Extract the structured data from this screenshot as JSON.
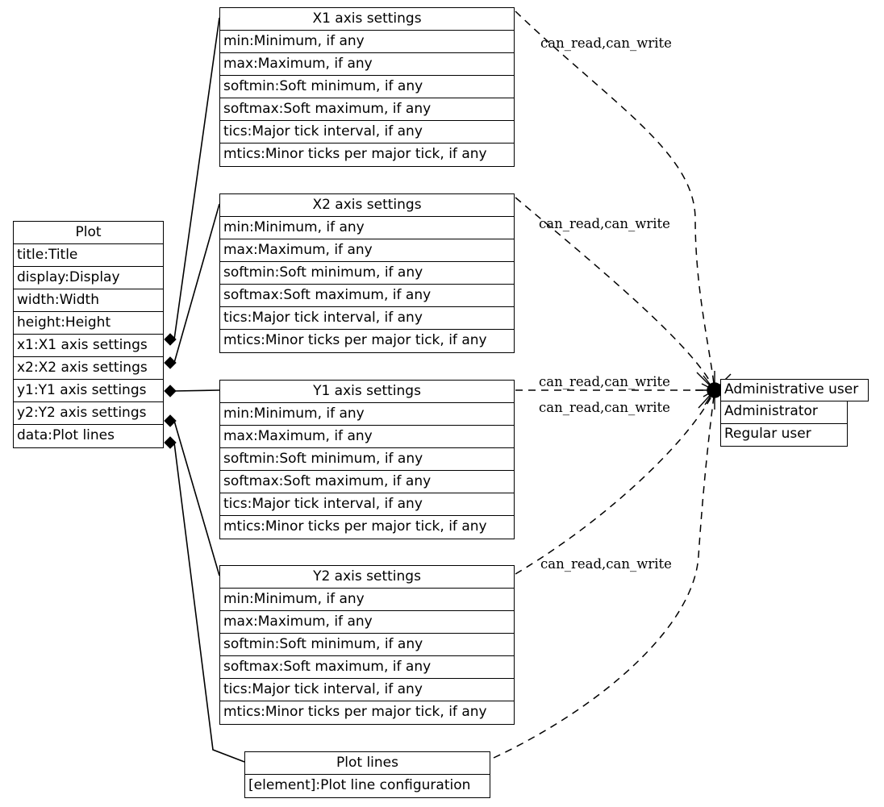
{
  "diagram": {
    "title": "Plot configuration UML class diagram",
    "stroke_color": "#000000",
    "background_color": "#ffffff"
  },
  "classes": {
    "plot": {
      "name": "Plot",
      "attributes": [
        "title:Title",
        "display:Display",
        "width:Width",
        "height:Height",
        "x1:X1 axis settings",
        "x2:X2 axis settings",
        "y1:Y1 axis settings",
        "y2:Y2 axis settings",
        "data:Plot lines"
      ]
    },
    "x1": {
      "name": "X1 axis settings",
      "attributes": [
        "min:Minimum, if any",
        "max:Maximum, if any",
        "softmin:Soft minimum, if any",
        "softmax:Soft maximum, if any",
        "tics:Major tick interval, if any",
        "mtics:Minor ticks per major tick, if any"
      ]
    },
    "x2": {
      "name": "X2 axis settings",
      "attributes": [
        "min:Minimum, if any",
        "max:Maximum, if any",
        "softmin:Soft minimum, if any",
        "softmax:Soft maximum, if any",
        "tics:Major tick interval, if any",
        "mtics:Minor ticks per major tick, if any"
      ]
    },
    "y1": {
      "name": "Y1 axis settings",
      "attributes": [
        "min:Minimum, if any",
        "max:Maximum, if any",
        "softmin:Soft minimum, if any",
        "softmax:Soft maximum, if any",
        "tics:Major tick interval, if any",
        "mtics:Minor ticks per major tick, if any"
      ]
    },
    "y2": {
      "name": "Y2 axis settings",
      "attributes": [
        "min:Minimum, if any",
        "max:Maximum, if any",
        "softmin:Soft minimum, if any",
        "softmax:Soft maximum, if any",
        "tics:Major tick interval, if any",
        "mtics:Minor ticks per major tick, if any"
      ]
    },
    "plot_lines": {
      "name": "Plot lines",
      "attributes": [
        "[element]:Plot line configuration"
      ]
    },
    "admin_user": {
      "name": "Administrative user",
      "members": [
        "Administrator",
        "Regular user"
      ]
    }
  },
  "edge_labels": {
    "x1_admin": "can_read,can_write",
    "x2_admin": "can_read,can_write",
    "y1_admin": "can_read,can_write",
    "y2_admin": "can_read,can_write",
    "plotlines_admin": "can_read,can_write"
  }
}
